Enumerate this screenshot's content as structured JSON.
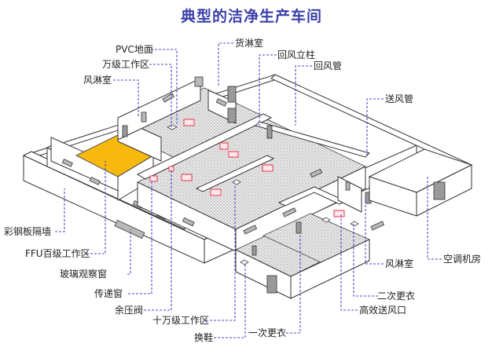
{
  "title": "典型的洁净生产车间",
  "colors": {
    "title": "#3a3fa8",
    "leader_line": "#4a4ac8",
    "ffu_zone": "#f8b90e",
    "hepa_outlet": "#e23b50"
  },
  "labels": {
    "pvc_floor": "PVC地面",
    "class_10k_zone": "万级工作区",
    "air_shower_top": "风淋室",
    "cargo_shower": "货淋室",
    "return_air_column": "回风立柱",
    "return_air_duct": "回风管",
    "supply_air_duct": "送风管",
    "color_steel_partition": "彩钢板隔墙",
    "ffu_class_100_zone": "FFU百级工作区",
    "glass_window": "玻璃观察窗",
    "pass_box": "传递窗",
    "pressure_relief_valve": "余压阀",
    "class_100k_zone": "十万级工作区",
    "shoe_change": "换鞋",
    "first_changing": "一次更衣",
    "air_shower_right": "风淋室",
    "second_changing": "二次更衣",
    "hepa_supply_outlet": "高效送风口",
    "ac_machine_room": "空调机房"
  }
}
